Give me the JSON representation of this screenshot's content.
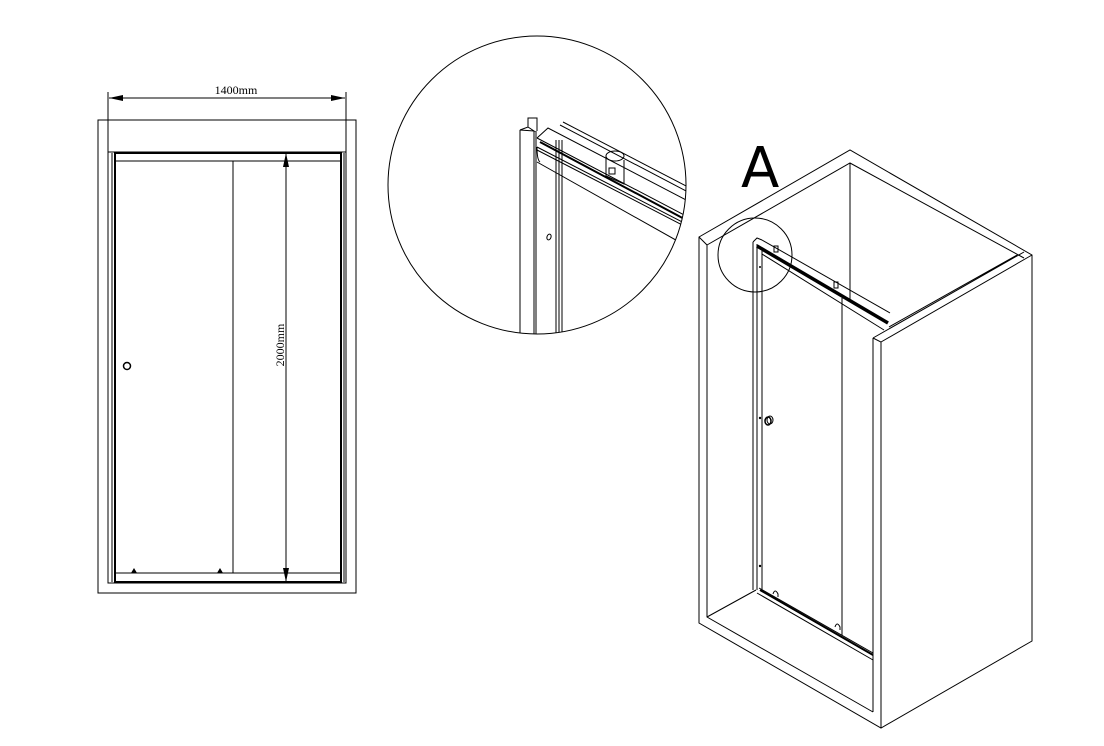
{
  "front_view": {
    "width_label": "1400mm",
    "height_label": "2000mm"
  },
  "detail_view": {
    "label": "A"
  },
  "colors": {
    "line": "#000000",
    "background": "#ffffff"
  }
}
